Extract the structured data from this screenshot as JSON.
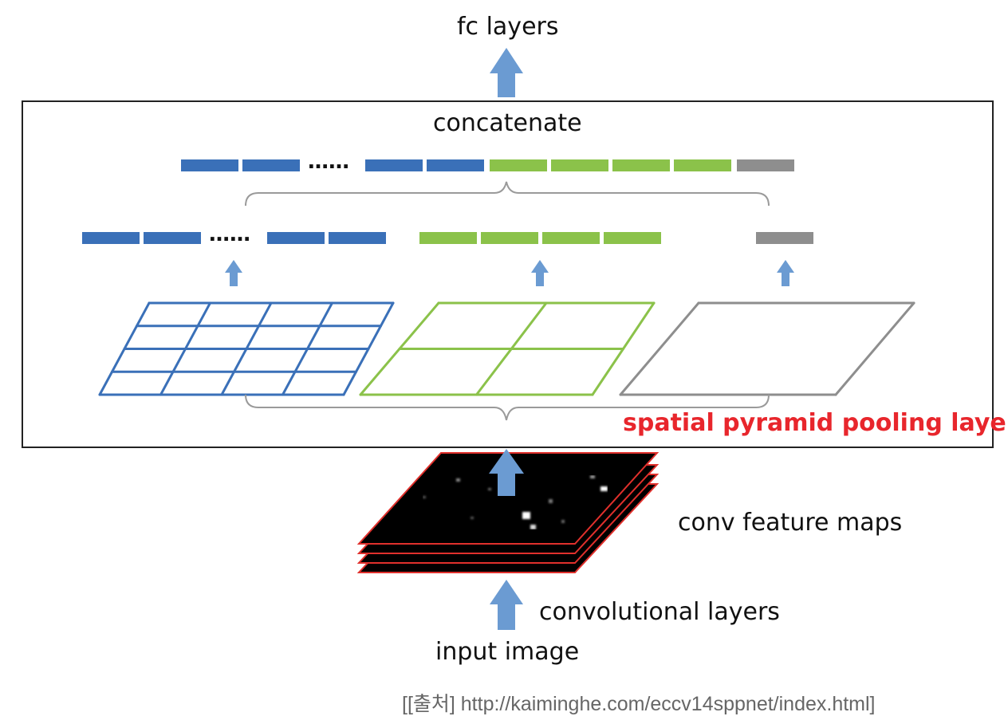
{
  "labels": {
    "fc_layers": "fc layers",
    "concatenate": "concatenate",
    "spp_layer": "spatial pyramid pooling layer",
    "conv_feature_maps": "conv feature maps",
    "conv_layers": "convolutional layers",
    "input_image": "input image",
    "dots_concat": "……",
    "dots_level1": "……"
  },
  "caption": "[[출처] http://kaiminghe.com/eccv14sppnet/index.html]",
  "colors": {
    "blue": "#3a70b8",
    "green": "#8bc24a",
    "gray": "#8e8e8e",
    "arrow": "#6b9bd2",
    "red_label": "#e8262c",
    "feature_border": "#e0302c"
  },
  "pyramid_levels": [
    {
      "name": "4x4 grid",
      "grid": 4,
      "color": "blue"
    },
    {
      "name": "2x2 grid",
      "grid": 2,
      "color": "green"
    },
    {
      "name": "1x1 grid",
      "grid": 1,
      "color": "gray"
    }
  ]
}
